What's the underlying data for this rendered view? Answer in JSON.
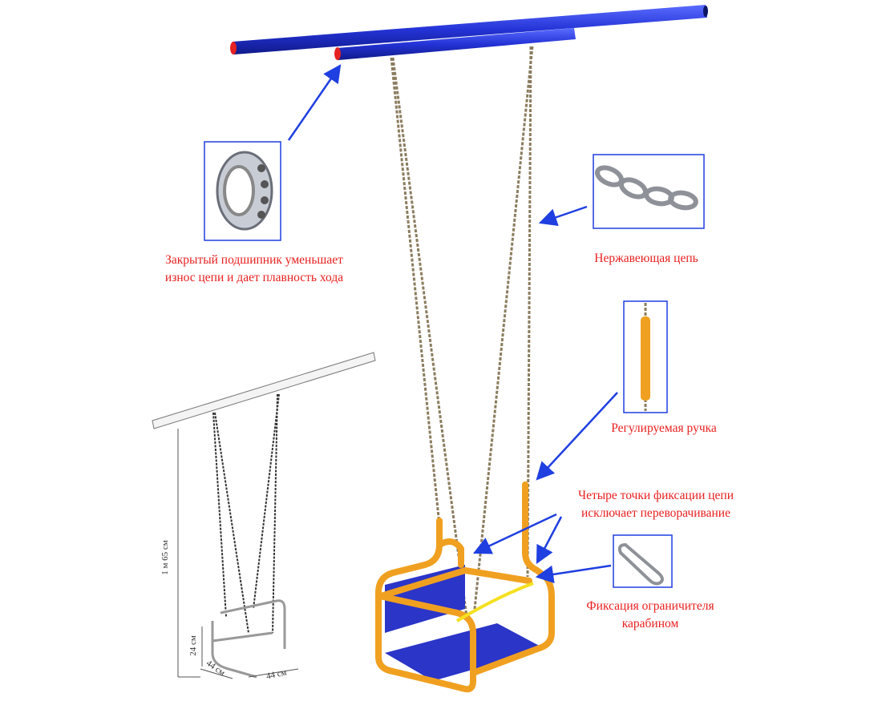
{
  "labels": {
    "bearing": [
      "Закрытый подшипник уменьшает",
      "износ цепи и дает плавность хода"
    ],
    "chain": "Нержавеющая цепь",
    "handle": "Регулируемая ручка",
    "fixation": [
      "Четыре точки фиксации цепи",
      "исключает переворачивание"
    ],
    "carabiner": [
      "Фиксация ограничителя",
      "карабином"
    ]
  },
  "dimensions": {
    "height": "1 м 65 см",
    "seat_height": "24 см",
    "depth": "44 см",
    "width": "44 см"
  },
  "colors": {
    "label": "#e8201f",
    "arrow": "#1f3fe0",
    "bar": "#2433d6",
    "frame": "#f0a020",
    "seat": "#2b35c8"
  }
}
